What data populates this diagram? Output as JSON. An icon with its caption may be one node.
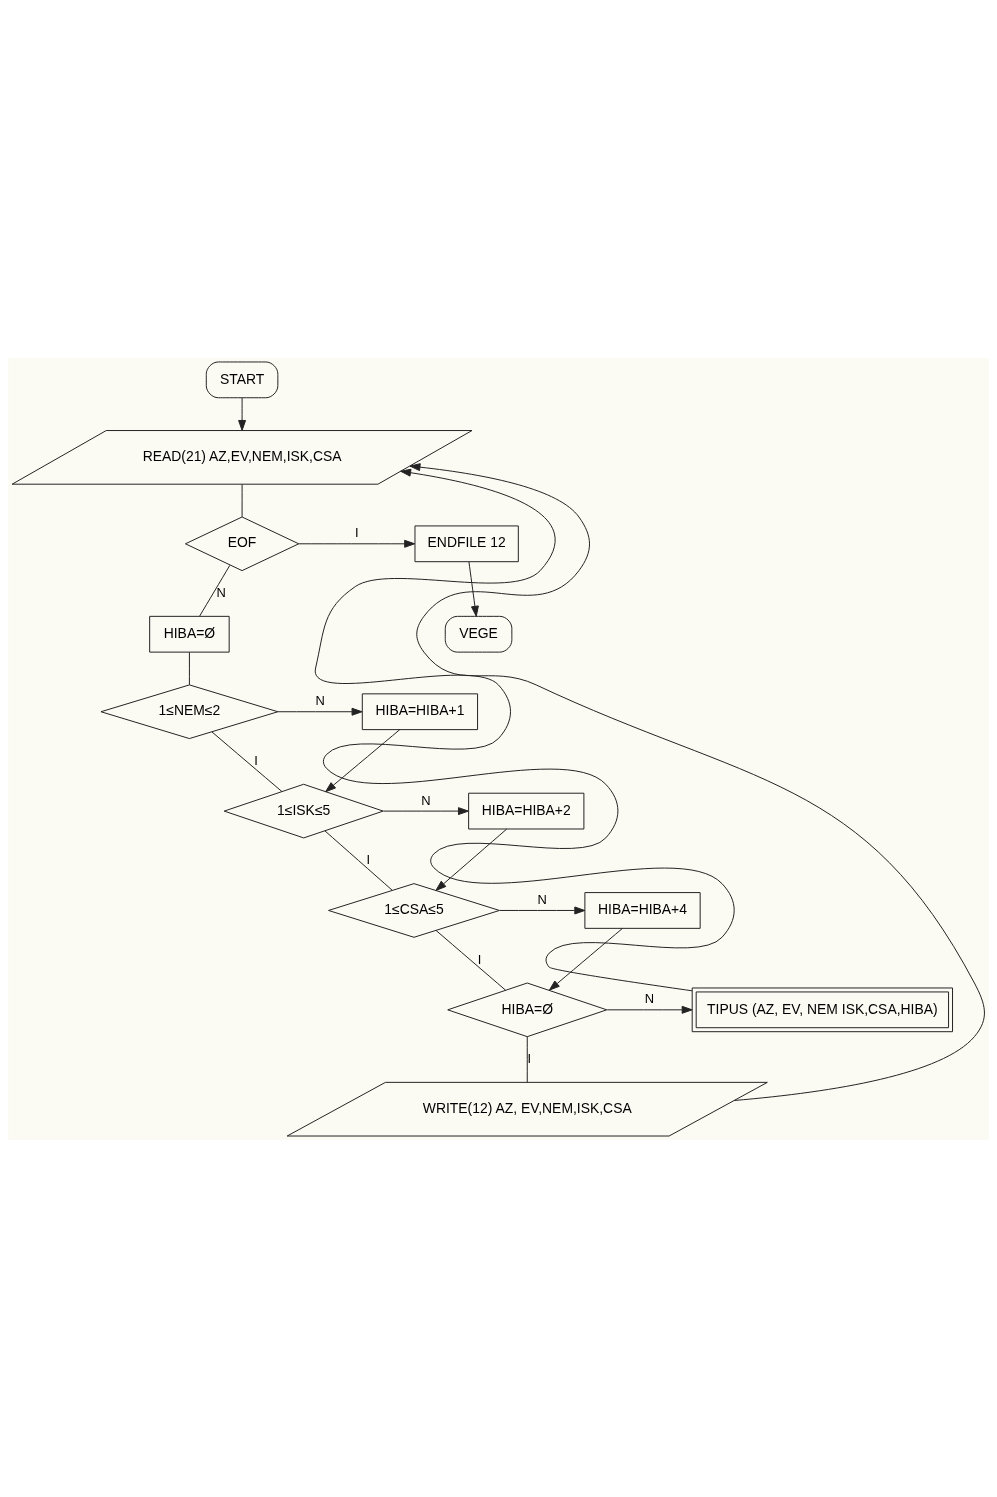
{
  "diagram": {
    "nodes": [
      {
        "text": [
          "START"
        ]
      },
      {
        "text": [
          "READ(21) AZ,EV,NEM,ISK,CSA"
        ]
      },
      {
        "text": [
          "EOF"
        ]
      },
      {
        "text": [
          "ENDFILE 12"
        ]
      },
      {
        "text": [
          "VEGE"
        ]
      },
      {
        "text": [
          "HIBA=Ø"
        ]
      },
      {
        "text": [
          "1≤NEM≤2"
        ]
      },
      {
        "text": [
          "HIBA=HIBA+1"
        ]
      },
      {
        "text": [
          "1≤ISK≤5"
        ]
      },
      {
        "text": [
          "HIBA=HIBA+2"
        ]
      },
      {
        "text": [
          "1≤CSA≤5"
        ]
      },
      {
        "text": [
          "HIBA=HIBA+4"
        ]
      },
      {
        "text": [
          "HIBA=Ø"
        ]
      },
      {
        "text": [
          "TIPUS (AZ, EV, NEM ISK,CSA,HIBA)"
        ]
      },
      {
        "text": [
          "WRITE(12) AZ, EV,NEM,ISK,CSA"
        ]
      }
    ],
    "edges": [
      {
        "from": 0,
        "to": 1,
        "arrow": "to"
      },
      {
        "from": 1,
        "to": 2,
        "arrow": "none"
      },
      {
        "from": 2,
        "to": 3,
        "label": "I",
        "arrow": "to"
      },
      {
        "from": 3,
        "to": 4,
        "arrow": "to"
      },
      {
        "from": 2,
        "to": 5,
        "label": "N",
        "arrow": "none"
      },
      {
        "from": 5,
        "to": 6,
        "arrow": "none"
      },
      {
        "from": 6,
        "to": 7,
        "label": "N",
        "arrow": "to"
      },
      {
        "from": 6,
        "to": 8,
        "label": "I",
        "arrow": "none"
      },
      {
        "from": 7,
        "to": 8,
        "arrow": "to"
      },
      {
        "from": 8,
        "to": 9,
        "label": "N",
        "arrow": "to"
      },
      {
        "from": 8,
        "to": 10,
        "label": "I",
        "arrow": "none"
      },
      {
        "from": 9,
        "to": 10,
        "arrow": "to"
      },
      {
        "from": 10,
        "to": 11,
        "label": "N",
        "arrow": "to"
      },
      {
        "from": 10,
        "to": 12,
        "label": "I",
        "arrow": "none"
      },
      {
        "from": 11,
        "to": 12,
        "arrow": "to"
      },
      {
        "from": 12,
        "to": 13,
        "label": "N",
        "arrow": "to"
      },
      {
        "from": 12,
        "to": 14,
        "label": "I",
        "arrow": "none"
      },
      {
        "from": 14,
        "to": 1,
        "arrow": "to"
      },
      {
        "from": 13,
        "to": 1,
        "arrow": "to"
      }
    ]
  }
}
